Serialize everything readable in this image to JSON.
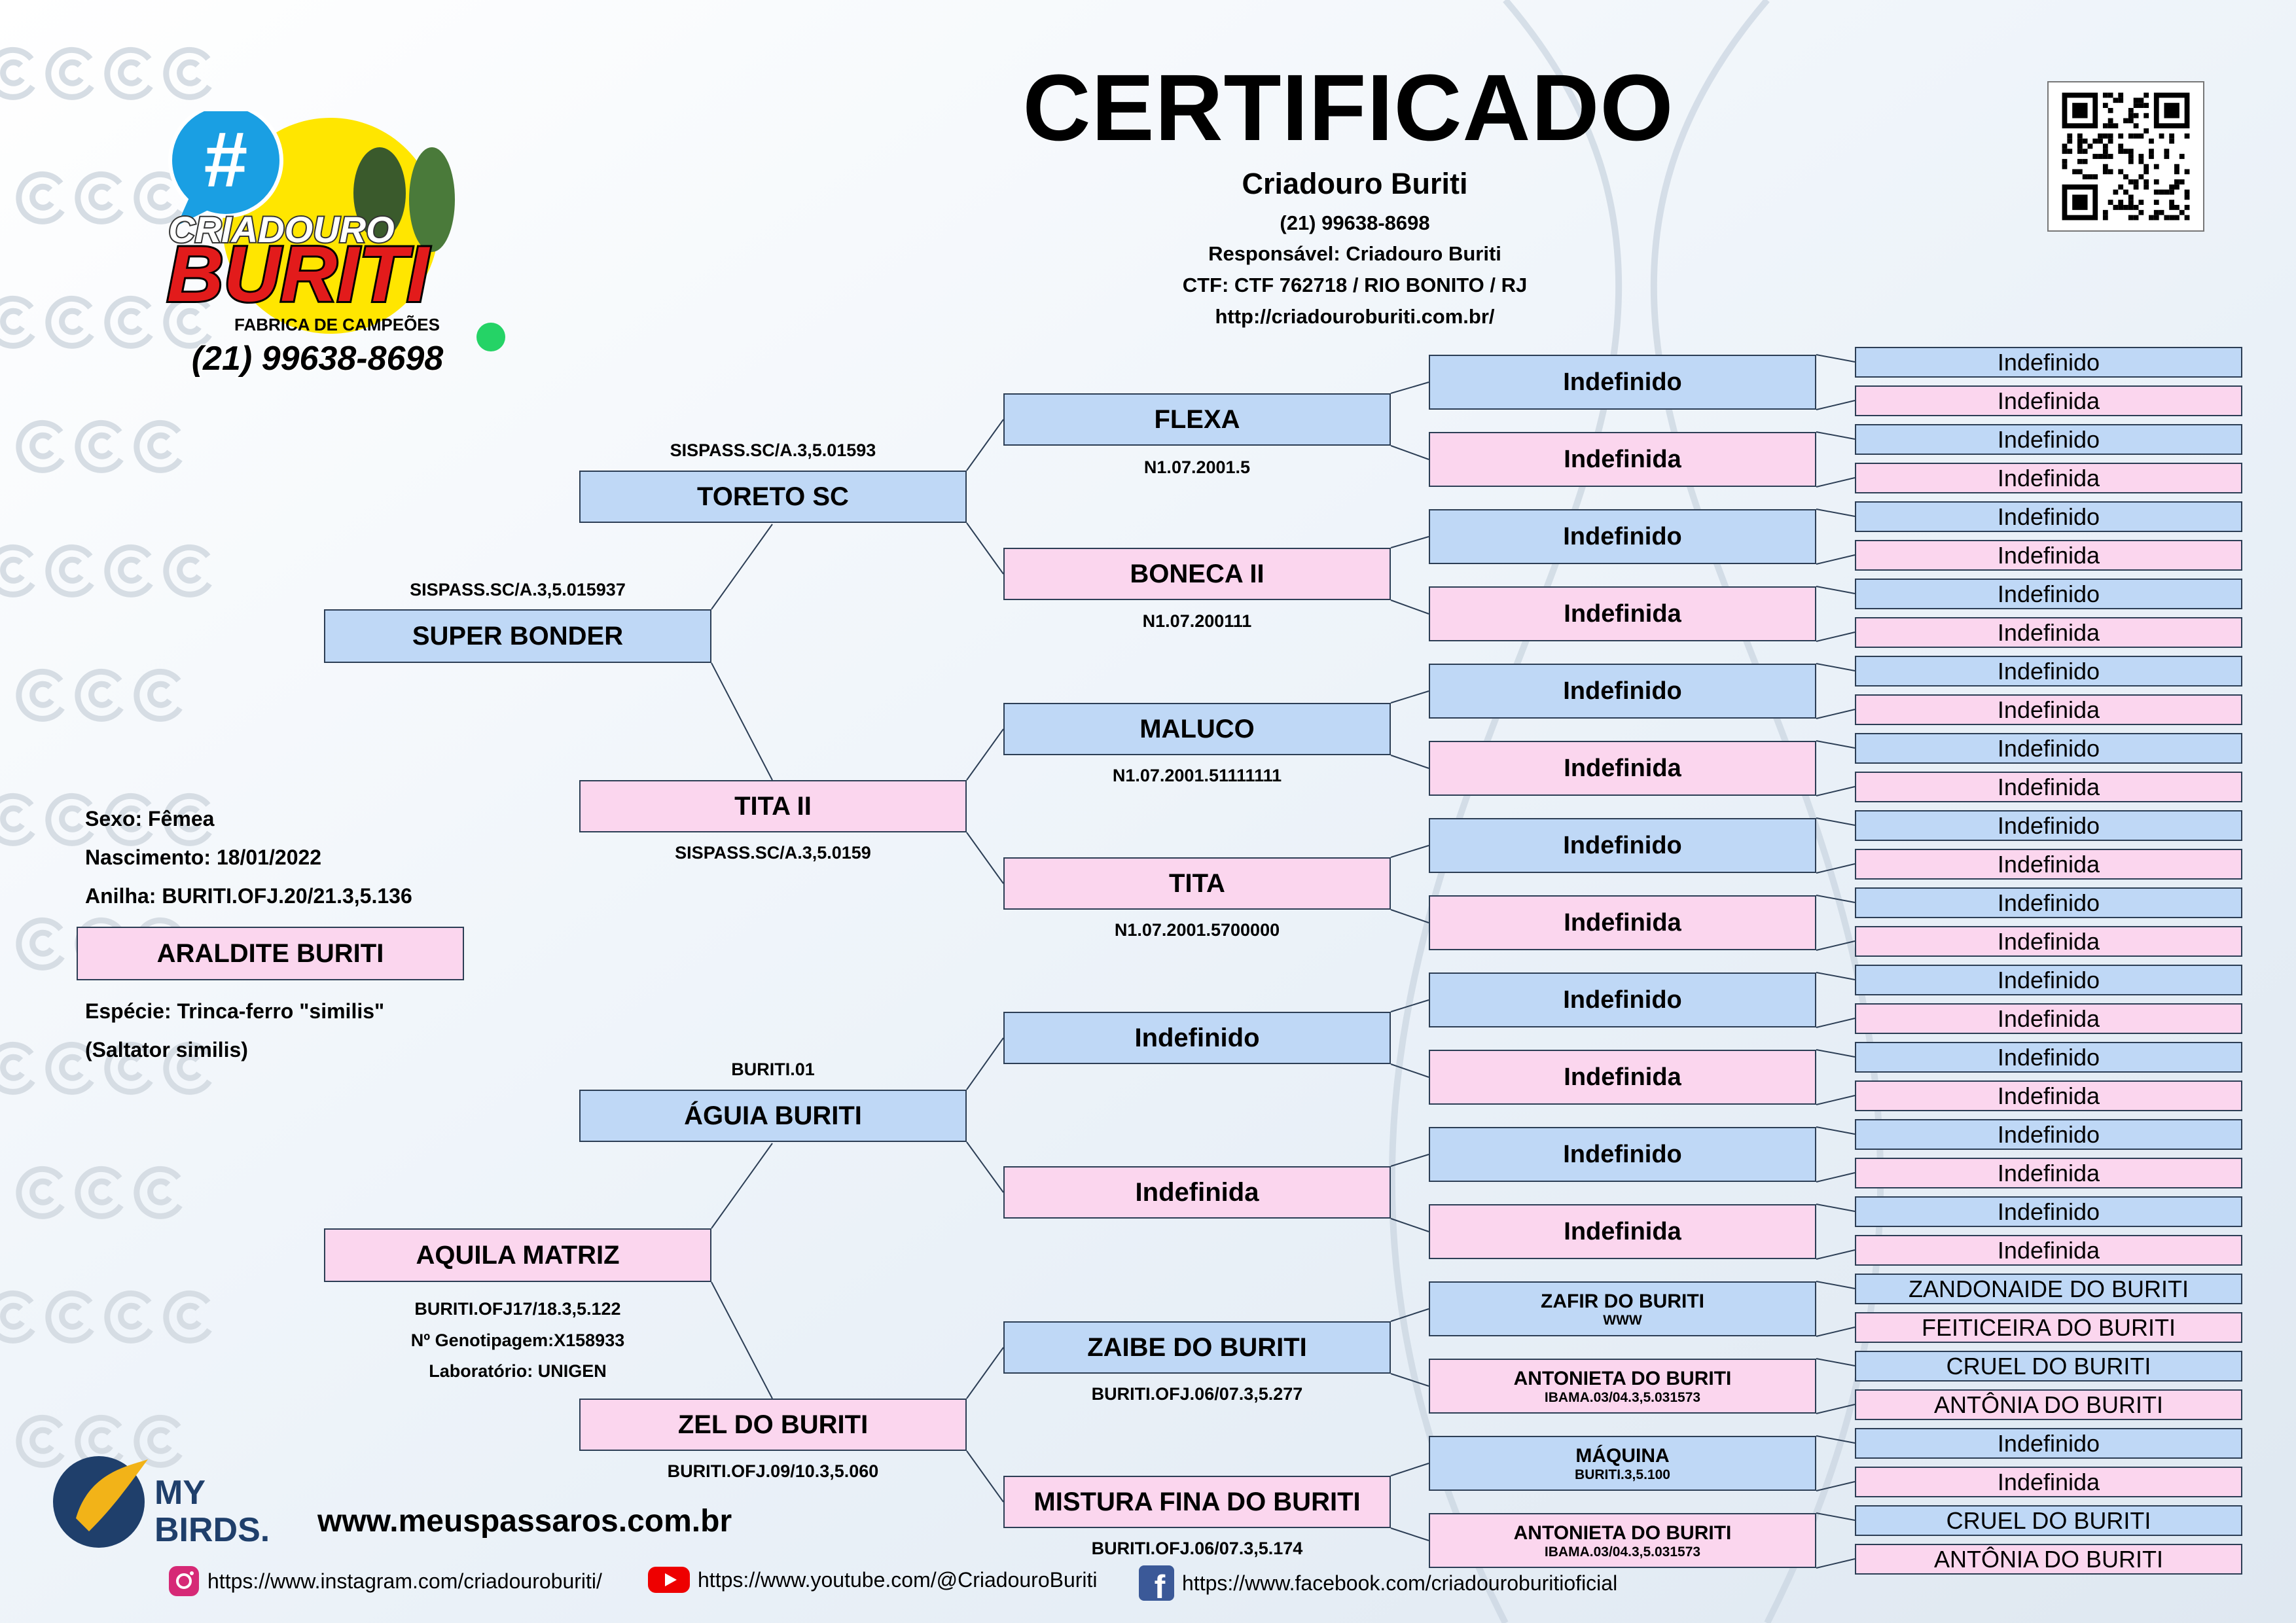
{
  "header": {
    "title": "CERTIFICADO",
    "breeder_name": "Criadouro Buriti",
    "phone": "(21) 99638-8698",
    "responsavel": "Responsável: Criadouro Buriti",
    "ctf": "CTF: CTF 762718 / RIO BONITO / RJ",
    "url": "http://criadouroburiti.com.br/"
  },
  "logo": {
    "hash": "#",
    "line1": "CRIADOURO",
    "line2": "BURITI",
    "tagline": "FABRICA DE CAMPEÕES",
    "phone": "(21) 99638-8698"
  },
  "bird": {
    "sexo": "Sexo: Fêmea",
    "nascimento": "Nascimento: 18/01/2022",
    "anilha": "Anilha: BURITI.OFJ.20/21.3,5.136",
    "name": "ARALDITE BURITI",
    "especie": "Espécie: Trinca-ferro \"similis\"",
    "cientifico": "(Saltator similis)"
  },
  "pedigree": {
    "father": {
      "name": "SUPER BONDER",
      "ring": "SISPASS.SC/A.3,5.015937"
    },
    "mother": {
      "name": "AQUILA MATRIZ",
      "ring": "BURITI.OFJ17/18.3,5.122",
      "genotipagem": "Nº Genotipagem:X158933",
      "laboratorio": "Laboratório: UNIGEN"
    },
    "gen2": [
      {
        "name": "TORETO SC",
        "ring": "SISPASS.SC/A.3,5.01593"
      },
      {
        "name": "TITA II",
        "ring": "SISPASS.SC/A.3,5.0159"
      },
      {
        "name": "ÁGUIA BURITI",
        "ring": "BURITI.01"
      },
      {
        "name": "ZEL DO BURITI",
        "ring": "BURITI.OFJ.09/10.3,5.060"
      }
    ],
    "gen3": [
      {
        "name": "FLEXA",
        "ring": "N1.07.2001.5"
      },
      {
        "name": "BONECA II",
        "ring": "N1.07.200111"
      },
      {
        "name": "MALUCO",
        "ring": "N1.07.2001.51111111"
      },
      {
        "name": "TITA",
        "ring": "N1.07.2001.5700000"
      },
      {
        "name": "Indefinido",
        "ring": ""
      },
      {
        "name": "Indefinida",
        "ring": ""
      },
      {
        "name": "ZAIBE DO BURITI",
        "ring": "BURITI.OFJ.06/07.3,5.277"
      },
      {
        "name": "MISTURA FINA DO BURITI",
        "ring": "BURITI.OFJ.06/07.3,5.174"
      }
    ],
    "gen4": [
      {
        "name": "Indefinido",
        "sub": ""
      },
      {
        "name": "Indefinida",
        "sub": ""
      },
      {
        "name": "Indefinido",
        "sub": ""
      },
      {
        "name": "Indefinida",
        "sub": ""
      },
      {
        "name": "Indefinido",
        "sub": ""
      },
      {
        "name": "Indefinida",
        "sub": ""
      },
      {
        "name": "Indefinido",
        "sub": ""
      },
      {
        "name": "Indefinida",
        "sub": ""
      },
      {
        "name": "Indefinido",
        "sub": ""
      },
      {
        "name": "Indefinida",
        "sub": ""
      },
      {
        "name": "Indefinido",
        "sub": ""
      },
      {
        "name": "Indefinida",
        "sub": ""
      },
      {
        "name": "ZAFIR DO BURITI",
        "sub": "WWW"
      },
      {
        "name": "ANTONIETA DO BURITI",
        "sub": "IBAMA.03/04.3,5.031573"
      },
      {
        "name": "MÁQUINA",
        "sub": "BURITI.3,5.100"
      },
      {
        "name": "ANTONIETA DO BURITI",
        "sub": "IBAMA.03/04.3,5.031573"
      }
    ],
    "gen5": [
      "Indefinido",
      "Indefinida",
      "Indefinido",
      "Indefinida",
      "Indefinido",
      "Indefinida",
      "Indefinido",
      "Indefinida",
      "Indefinido",
      "Indefinida",
      "Indefinido",
      "Indefinida",
      "Indefinido",
      "Indefinida",
      "Indefinido",
      "Indefinida",
      "Indefinido",
      "Indefinida",
      "Indefinido",
      "Indefinida",
      "Indefinido",
      "Indefinida",
      "Indefinido",
      "Indefinida",
      "ZANDONAIDE DO BURITI",
      "FEITICEIRA DO BURITI",
      "CRUEL DO BURITI",
      "ANTÔNIA DO BURITI",
      "Indefinido",
      "Indefinida",
      "CRUEL DO BURITI",
      "ANTÔNIA DO BURITI"
    ]
  },
  "footer": {
    "brand_line1": "MY",
    "brand_line2": "BIRDS.",
    "site": "www.meuspassaros.com.br",
    "instagram": "https://www.instagram.com/criadouroburiti/",
    "youtube": "https://www.youtube.com/@CriadouroBuriti",
    "facebook": "https://www.facebook.com/criadouroburitioficial"
  },
  "colors": {
    "male_box": "#bfd8f6",
    "female_box": "#fbd6ee",
    "border": "#2c3e55"
  }
}
